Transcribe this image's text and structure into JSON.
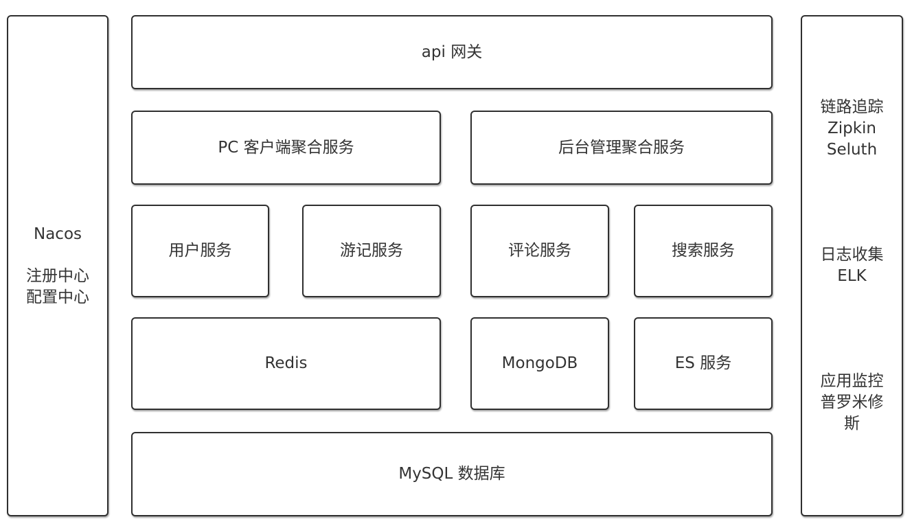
{
  "left_panel": {
    "title": "Nacos",
    "line1": "注册中心",
    "line2": "配置中心"
  },
  "gateway": "api 网关",
  "aggregation": {
    "pc": "PC 客户端聚合服务",
    "admin": "后台管理聚合服务"
  },
  "services": {
    "user": "用户服务",
    "travel": "游记服务",
    "comment": "评论服务",
    "search": "搜索服务"
  },
  "storage": {
    "redis": "Redis",
    "mongodb": "MongoDB",
    "es": "ES 服务"
  },
  "database": "MySQL 数据库",
  "right_panel": {
    "tracing": [
      "链路追踪",
      "Zipkin",
      "Seluth"
    ],
    "logging": [
      "日志收集",
      "ELK"
    ],
    "monitoring": [
      "应用监控",
      "普罗米修",
      "斯"
    ]
  }
}
